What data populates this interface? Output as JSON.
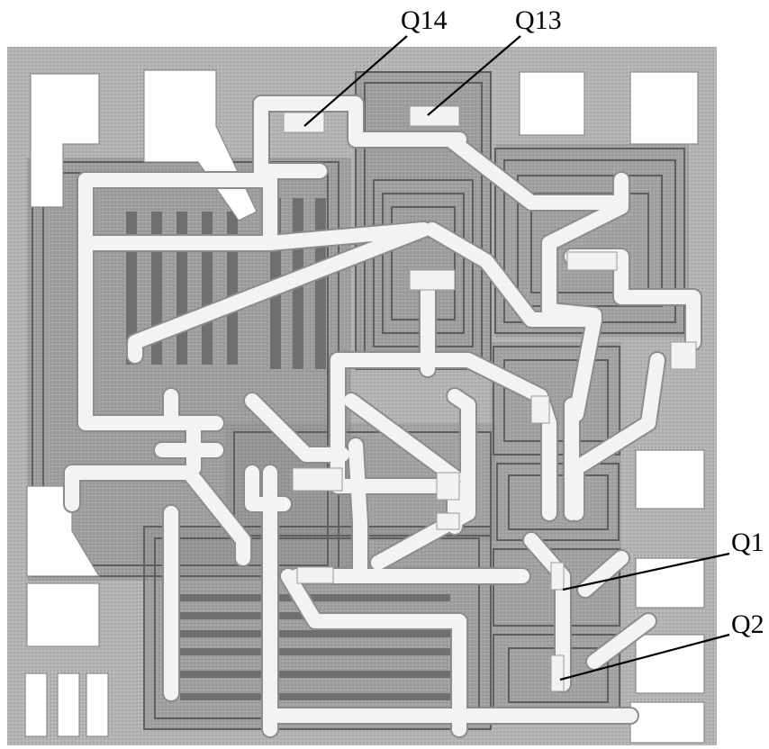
{
  "figure": {
    "description_labels": [
      {
        "id": "q14",
        "text": "Q14"
      },
      {
        "id": "q13",
        "text": "Q13"
      },
      {
        "id": "q1",
        "text": "Q1"
      },
      {
        "id": "q2",
        "text": "Q2"
      }
    ]
  },
  "colors": {
    "background": "#ffffff",
    "substrate": "#b5b5b5",
    "substrate_dark": "#8f8f8f",
    "metal": "#f3f3f3",
    "diffusion_edge": "#5e5e5e"
  }
}
